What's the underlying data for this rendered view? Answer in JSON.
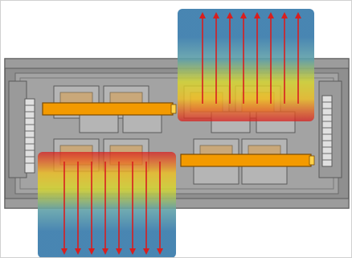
{
  "diagram": {
    "type": "thermal-airflow-illustration",
    "colors": {
      "background": "#ffffff",
      "module_body": "#8f8f8f",
      "module_edge": "#5a5a5a",
      "module_inner": "#a3a3a3",
      "chip_frame": "#b5b5b5",
      "chip_die": "#c9a87a",
      "bar": "#f39a00",
      "bar_edge": "#7a4a00",
      "arrow": "#d81e1e",
      "heat_gradient": [
        "#3f7fae",
        "#5fa0a8",
        "#d8d82a",
        "#f0c020",
        "#e85a20",
        "#d81e1e"
      ]
    },
    "upward_arrow_count": 8,
    "downward_arrow_count": 8,
    "heat_zones": [
      {
        "name": "upper-right-heat-zone",
        "direction": "up"
      },
      {
        "name": "lower-left-heat-zone",
        "direction": "down"
      }
    ]
  }
}
